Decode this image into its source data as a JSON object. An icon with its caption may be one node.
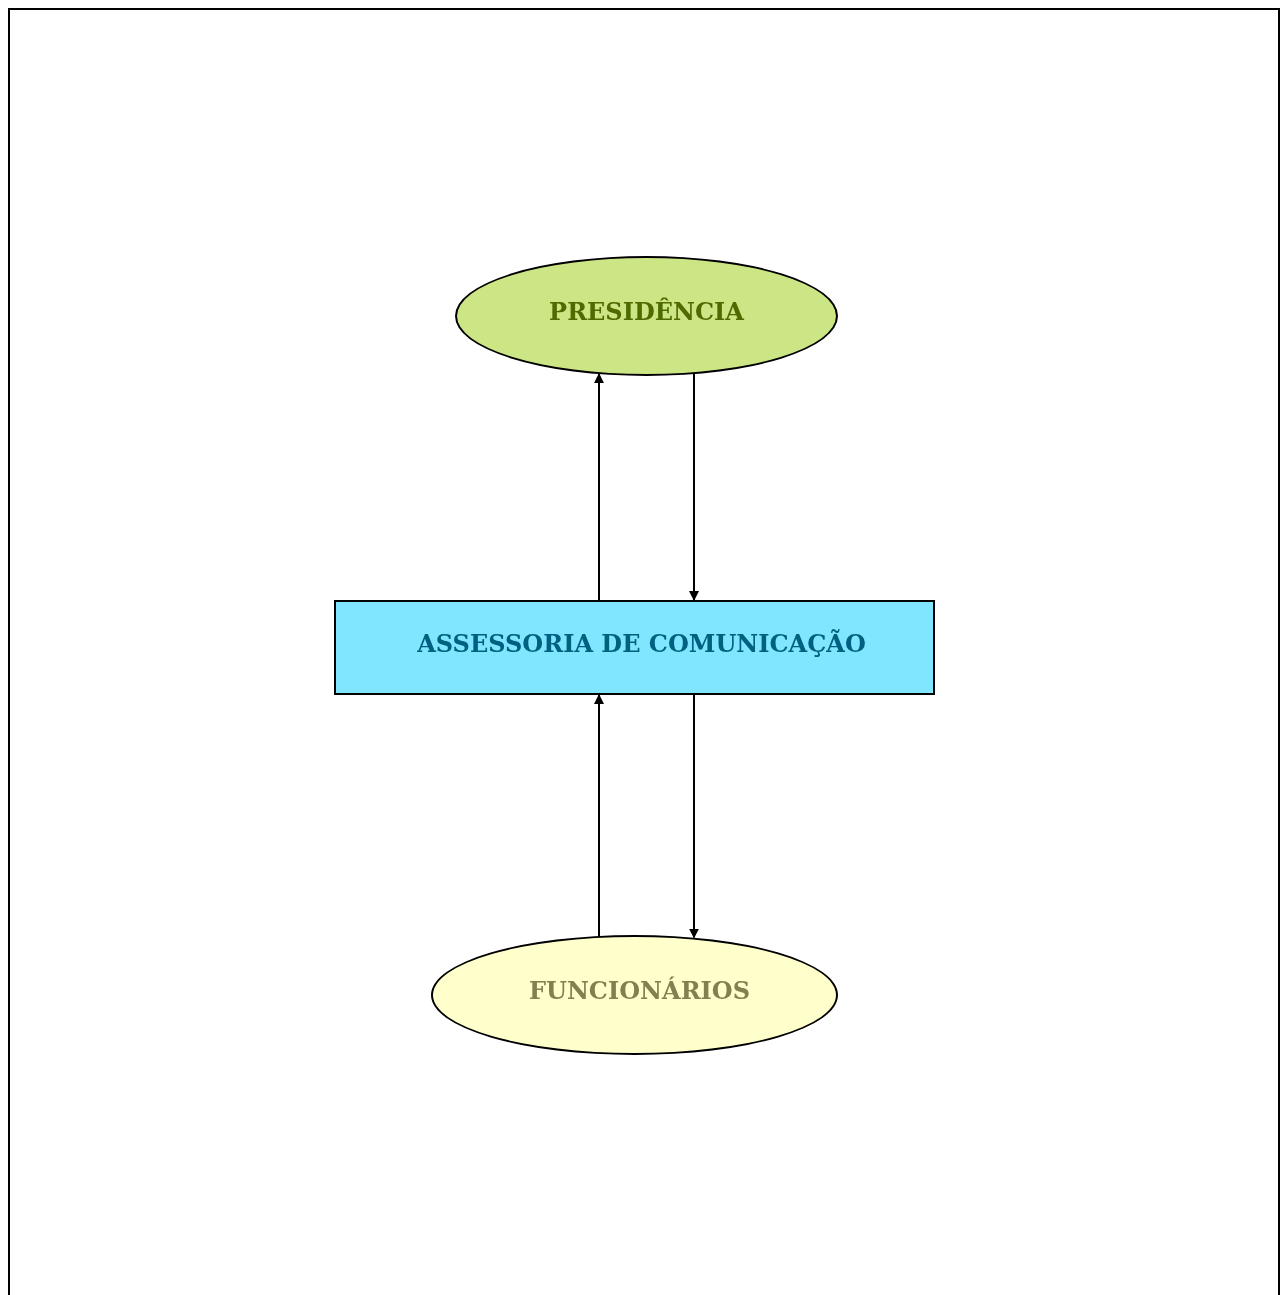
{
  "diagram": {
    "nodes": [
      {
        "text": [
          "PRESIDÊNCIA"
        ]
      },
      {
        "text": [
          "ASSESSORIA DE COMUNICAÇÃO"
        ]
      },
      {
        "text": [
          "FUNCIONÁRIOS"
        ]
      }
    ],
    "edges": [
      {
        "from": 1,
        "to": 0,
        "arrow": "to"
      },
      {
        "from": 0,
        "to": 1,
        "arrow": "to"
      },
      {
        "from": 2,
        "to": 1,
        "arrow": "to"
      },
      {
        "from": 1,
        "to": 2,
        "arrow": "to"
      }
    ]
  }
}
